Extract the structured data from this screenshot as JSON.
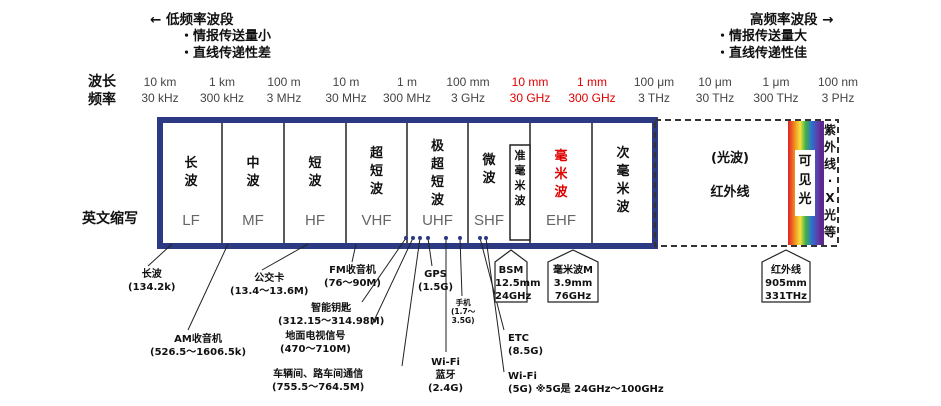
{
  "header_left": {
    "title": "低频率波段",
    "bullets": [
      "情报传送量小",
      "直线传递性差"
    ]
  },
  "header_right": {
    "title": "高频率波段",
    "bullets": [
      "情报传送量大",
      "直线传递性佳"
    ]
  },
  "row_labels": {
    "wavelength": "波长",
    "frequency": "频率",
    "abbrev": "英文缩写"
  },
  "scale": [
    {
      "wl": "10 km",
      "freq": "30 kHz",
      "highlight": false
    },
    {
      "wl": "1 km",
      "freq": "300 kHz",
      "highlight": false
    },
    {
      "wl": "100 m",
      "freq": "3 MHz",
      "highlight": false
    },
    {
      "wl": "10 m",
      "freq": "30 MHz",
      "highlight": false
    },
    {
      "wl": "1 m",
      "freq": "300 MHz",
      "highlight": false
    },
    {
      "wl": "100 mm",
      "freq": "3 GHz",
      "highlight": false
    },
    {
      "wl": "10 mm",
      "freq": "30 GHz",
      "highlight": true
    },
    {
      "wl": "1 mm",
      "freq": "300 GHz",
      "highlight": true
    },
    {
      "wl": "100 μm",
      "freq": "3 THz",
      "highlight": false
    },
    {
      "wl": "10 μm",
      "freq": "30 THz",
      "highlight": false
    },
    {
      "wl": "1 μm",
      "freq": "300 THz",
      "highlight": false
    },
    {
      "wl": "100 nm",
      "freq": "3 PHz",
      "highlight": false
    }
  ],
  "bands": [
    {
      "name": "长\n波",
      "abbr": "LF"
    },
    {
      "name": "中\n波",
      "abbr": "MF"
    },
    {
      "name": "短\n波",
      "abbr": "HF"
    },
    {
      "name": "超\n短\n波",
      "abbr": "VHF"
    },
    {
      "name": "极\n超\n短\n波",
      "abbr": "UHF"
    },
    {
      "name": "微\n波",
      "abbr": "SHF"
    },
    {
      "name": "准\n毫\n米\n波",
      "abbr": ""
    },
    {
      "name": "毫\n米\n波",
      "abbr": "EHF"
    },
    {
      "name": "次\n毫\n米\n波",
      "abbr": ""
    }
  ],
  "light": {
    "title": "(光波)",
    "infrared": "红外线",
    "visible": "可\n见\n光",
    "uv_xray": "紫\n外\n线\n·\nX\n光\n等"
  },
  "annotations": {
    "lf": {
      "l1": "长波",
      "l2": "(134.2k)"
    },
    "am": {
      "l1": "AM收音机",
      "l2": "(526.5～1606.5k)"
    },
    "hf": {
      "l1": "公交卡",
      "l2": "(13.4～13.6M)"
    },
    "fm": {
      "l1": "FM收音机",
      "l2": "(76～90M)"
    },
    "key": {
      "l1": "智能钥匙",
      "l2": "(312.15～314.98M)"
    },
    "tv": {
      "l1": "地面电视信号",
      "l2": "(470～710M)"
    },
    "car": {
      "l1": "车辆间、路车间通信",
      "l2": "(755.5～764.5M)"
    },
    "gps": {
      "l1": "GPS",
      "l2": "(1.5G)"
    },
    "wifi24": {
      "l1": "Wi-Fi",
      "l2": "蓝牙",
      "l3": "(2.4G)"
    },
    "phone": {
      "l1": "手机",
      "l2": "(1.7～",
      "l3": "3.5G)"
    },
    "etc": {
      "l1": "ETC",
      "l2": "(8.5G)"
    },
    "wifi5": {
      "l1": "Wi-Fi",
      "l2": "(5G) ※5G是 24GHz～100GHz"
    },
    "bsm": {
      "l1": "BSM",
      "l2": "12.5mm",
      "l3": "24GHz"
    },
    "mmw": {
      "l1": "毫米波M",
      "l2": "3.9mm",
      "l3": "76GHz"
    },
    "ir": {
      "l1": "红外线",
      "l2": "905mm",
      "l3": "331THz"
    }
  },
  "colors": {
    "frame": "#2b3a82",
    "highlight": "#e00000"
  }
}
